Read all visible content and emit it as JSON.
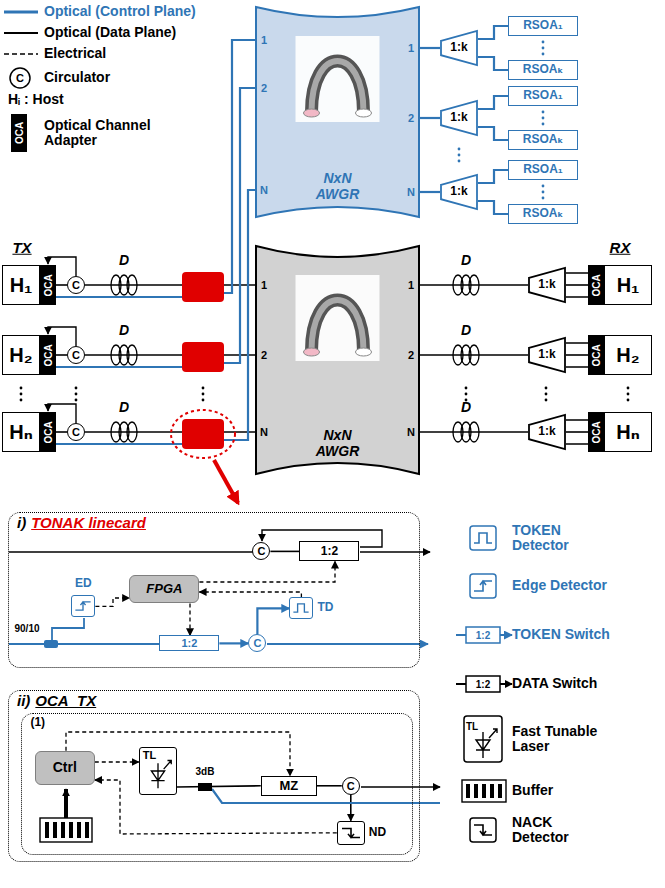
{
  "diagram": {
    "nodes": [
      {
        "text": [
          "NxN AWGR"
        ]
      },
      {
        "text": [
          "1:k"
        ]
      },
      {
        "text": [
          "1:k"
        ]
      },
      {
        "text": [
          "1:k"
        ]
      },
      {
        "text": [
          "RSOA₁"
        ]
      },
      {
        "text": [
          "RSOAₖ"
        ]
      },
      {
        "text": [
          "RSOA₁"
        ]
      },
      {
        "text": [
          "RSOAₖ"
        ]
      },
      {
        "text": [
          "RSOA₁"
        ]
      },
      {
        "text": [
          "RSOAₖ"
        ]
      },
      {
        "text": [
          "H₁"
        ]
      },
      {
        "text": [
          "OCA"
        ]
      },
      {
        "text": [
          "C"
        ]
      },
      {
        "text": [
          "H₂"
        ]
      },
      {
        "text": [
          "OCA"
        ]
      },
      {
        "text": [
          "C"
        ]
      },
      {
        "text": [
          "Hₙ"
        ]
      },
      {
        "text": [
          "OCA"
        ]
      },
      {
        "text": [
          "C"
        ]
      },
      {
        "text": [
          "NxN AWGR"
        ]
      },
      {
        "text": [
          "1:k"
        ]
      },
      {
        "text": [
          "OCA"
        ]
      },
      {
        "text": [
          "H₁"
        ]
      },
      {
        "text": [
          "1:k"
        ]
      },
      {
        "text": [
          "OCA"
        ]
      },
      {
        "text": [
          "H₂"
        ]
      },
      {
        "text": [
          "1:k"
        ]
      },
      {
        "text": [
          "OCA"
        ]
      },
      {
        "text": [
          "Hₙ"
        ]
      },
      {
        "text": [
          "i)",
          "TONAK linecard"
        ]
      },
      {
        "text": [
          "C"
        ],
        "in": 29
      },
      {
        "text": [
          "1:2"
        ],
        "in": 29
      },
      {
        "text": [
          "FPGA"
        ],
        "in": 29
      },
      {
        "text": [
          "ED"
        ],
        "in": 29
      },
      {
        "text": [
          "TD"
        ],
        "in": 29
      },
      {
        "text": [
          "1:2"
        ],
        "in": 29
      },
      {
        "text": [
          "C"
        ],
        "in": 29
      },
      {
        "text": [
          "ii)",
          "OCA_TX"
        ]
      },
      {
        "text": [
          "(1)"
        ],
        "in": 37
      },
      {
        "text": [
          "Ctrl"
        ],
        "in": 38
      },
      {
        "text": [
          "TL"
        ],
        "in": 38
      },
      {
        "text": [
          "MZ"
        ],
        "in": 38
      },
      {
        "text": [
          "C"
        ],
        "in": 38
      },
      {
        "text": [
          "ND"
        ],
        "in": 38
      }
    ],
    "edges": [
      {
        "from": 11,
        "to": 12,
        "arrow": "none"
      },
      {
        "from": 14,
        "to": 15,
        "arrow": "none"
      },
      {
        "from": 17,
        "to": 18,
        "arrow": "none"
      },
      {
        "from": 12,
        "to": 19,
        "arrow": "none"
      },
      {
        "from": 15,
        "to": 19,
        "arrow": "none"
      },
      {
        "from": 18,
        "to": 19,
        "arrow": "none"
      },
      {
        "from": 19,
        "to": 20,
        "arrow": "none"
      },
      {
        "from": 19,
        "to": 23,
        "arrow": "none"
      },
      {
        "from": 19,
        "to": 26,
        "arrow": "none"
      },
      {
        "from": 20,
        "to": 21,
        "arrow": "none"
      },
      {
        "from": 23,
        "to": 24,
        "arrow": "none"
      },
      {
        "from": 26,
        "to": 27,
        "arrow": "none"
      },
      {
        "from": 0,
        "to": 1,
        "arrow": "none"
      },
      {
        "from": 0,
        "to": 2,
        "arrow": "none"
      },
      {
        "from": 0,
        "to": 3,
        "arrow": "none"
      },
      {
        "from": 1,
        "to": 4,
        "arrow": "none"
      },
      {
        "from": 1,
        "to": 5,
        "arrow": "none"
      },
      {
        "from": 2,
        "to": 6,
        "arrow": "none"
      },
      {
        "from": 2,
        "to": 7,
        "arrow": "none"
      },
      {
        "from": 3,
        "to": 8,
        "arrow": "none"
      },
      {
        "from": 3,
        "to": 9,
        "arrow": "none"
      },
      {
        "from": 30,
        "to": 31,
        "arrow": "none"
      },
      {
        "from": 32,
        "to": 31,
        "arrow": "to"
      },
      {
        "from": 33,
        "to": 32,
        "arrow": "to"
      },
      {
        "from": 34,
        "to": 32,
        "arrow": "to"
      },
      {
        "from": 32,
        "to": 35,
        "arrow": "to"
      },
      {
        "from": 35,
        "to": 36,
        "arrow": "to"
      },
      {
        "from": 36,
        "to": 34,
        "arrow": "to"
      },
      {
        "from": 39,
        "to": 40,
        "arrow": "to"
      },
      {
        "from": 39,
        "to": 41,
        "arrow": "to"
      },
      {
        "from": 40,
        "to": 41,
        "arrow": "none"
      },
      {
        "from": 41,
        "to": 42,
        "arrow": "none"
      },
      {
        "from": 42,
        "to": 43,
        "arrow": "to"
      },
      {
        "from": 43,
        "to": 39,
        "arrow": "to"
      }
    ],
    "labels": [
      "TX",
      "RX",
      "D",
      "D",
      "D",
      "D",
      "D",
      "D",
      "1",
      "2",
      "N",
      "1",
      "2",
      "N",
      "1",
      "2",
      "N",
      "1",
      "2",
      "N",
      "C",
      "OCA",
      "90/10",
      "3dB",
      "1:2",
      "1:2",
      "TL"
    ],
    "legend": [
      {
        "text": "Optical (Control Plane)"
      },
      {
        "text": "Optical (Data Plane)"
      },
      {
        "text": "Electrical"
      },
      {
        "text": "Circulator"
      },
      {
        "text": "Hᵢ : Host"
      },
      {
        "text": "Optical Channel Adapter"
      },
      {
        "text": "TOKEN Detector"
      },
      {
        "text": "Edge Detector"
      },
      {
        "text": "TOKEN Switch"
      },
      {
        "text": "DATA Switch"
      },
      {
        "text": "Fast Tunable Laser"
      },
      {
        "text": "Buffer"
      },
      {
        "text": "NACK Detector"
      }
    ]
  }
}
